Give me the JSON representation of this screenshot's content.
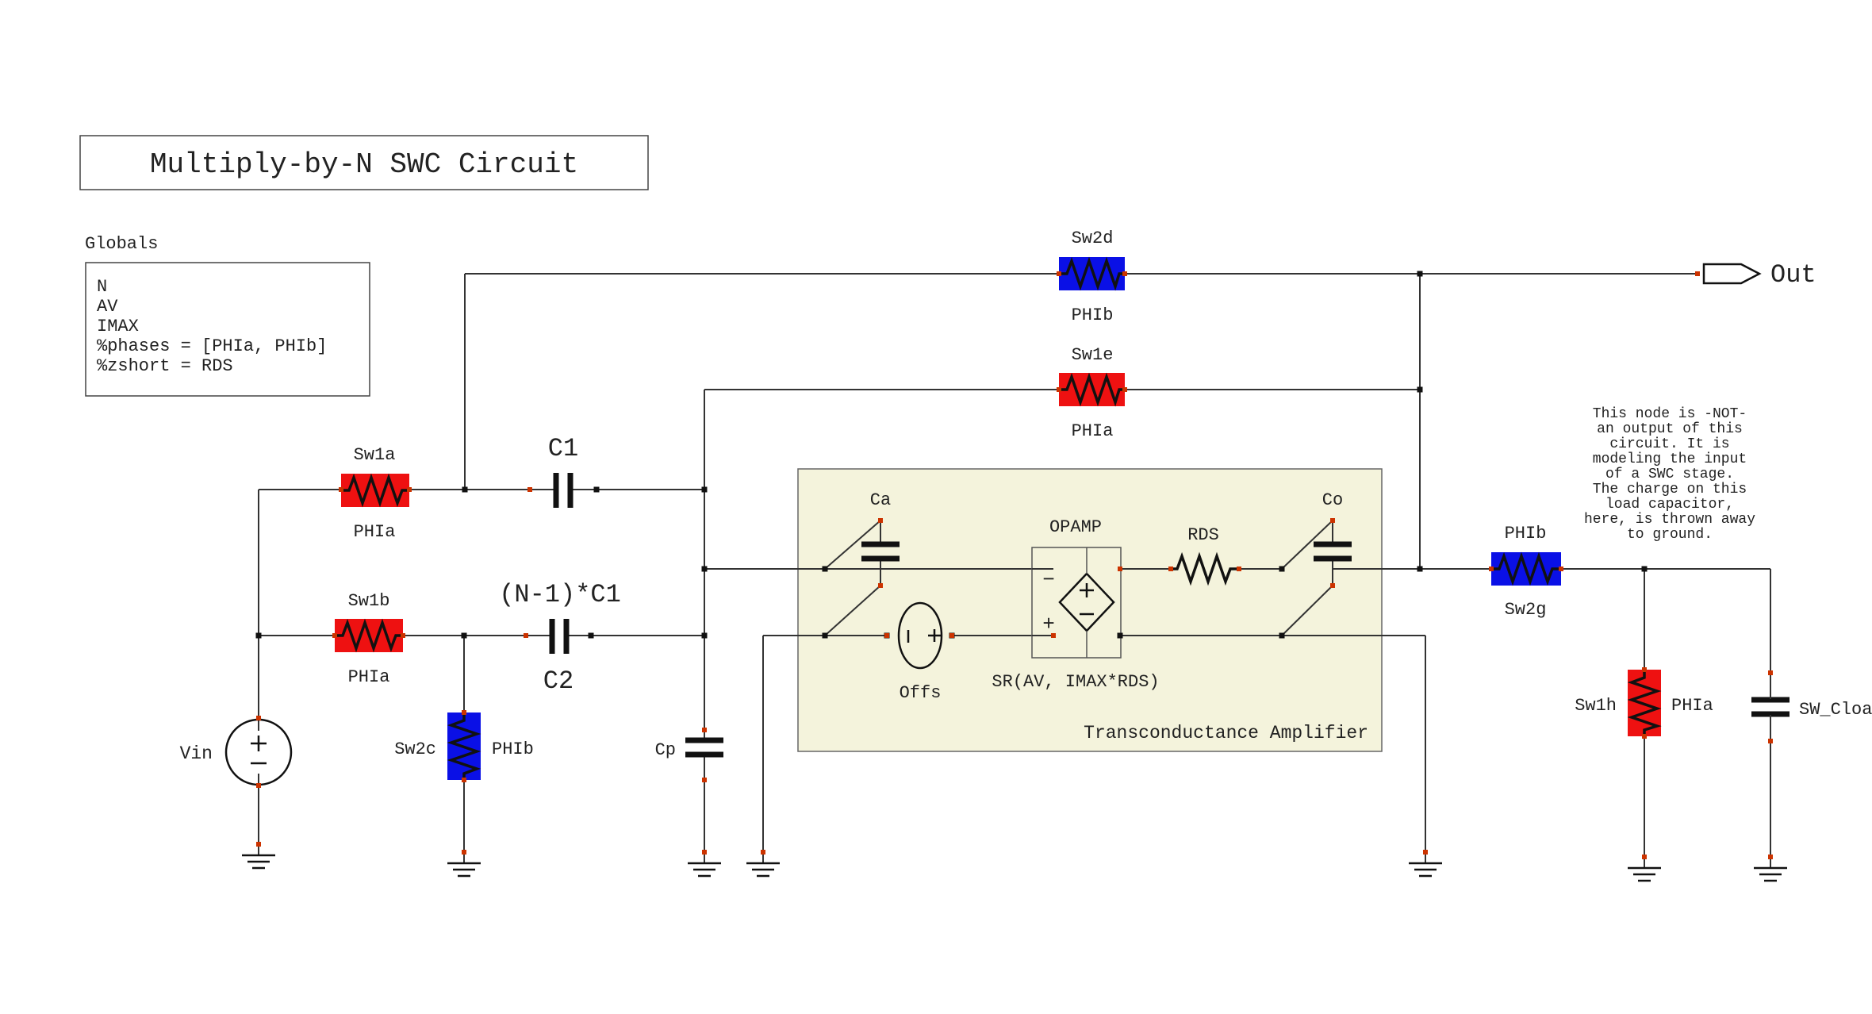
{
  "title": "Multiply-by-N SWC Circuit",
  "globals": {
    "heading": "Globals",
    "lines": [
      "N",
      "AV",
      "IMAX",
      "%phases = [PHIa, PHIb]",
      "%zshort = RDS"
    ]
  },
  "colors": {
    "phase_a": "#ee1111",
    "phase_b": "#0a10e6",
    "amp_box_fill": "#f4f3dc",
    "pin": "#cc3300",
    "wire": "#333333"
  },
  "switches": {
    "sw1a": {
      "name": "Sw1a",
      "phase": "PHIa"
    },
    "sw1b": {
      "name": "Sw1b",
      "phase": "PHIa"
    },
    "sw2c": {
      "name": "Sw2c",
      "phase": "PHIb"
    },
    "sw2d": {
      "name": "Sw2d",
      "phase": "PHIb"
    },
    "sw1e": {
      "name": "Sw1e",
      "phase": "PHIa"
    },
    "sw2g": {
      "name": "Sw2g",
      "phase": "PHIb"
    },
    "sw1h": {
      "name": "Sw1h",
      "phase": "PHIa"
    }
  },
  "capacitors": {
    "c1": {
      "name": "C1"
    },
    "c2": {
      "name": "C2",
      "value": "(N-1)*C1"
    },
    "cp": {
      "name": "Cp"
    },
    "ca": {
      "name": "Ca"
    },
    "co": {
      "name": "Co"
    },
    "cload": {
      "name": "SW_Cloa"
    }
  },
  "sources": {
    "vin": {
      "name": "Vin"
    },
    "offs": {
      "name": "Offs"
    }
  },
  "amplifier": {
    "box_label": "Transconductance Amplifier",
    "opamp_label": "OPAMP",
    "opamp_model": "SR(AV, IMAX*RDS)",
    "rds_label": "RDS"
  },
  "output": {
    "label": "Out"
  },
  "note": {
    "lines": [
      "This node is -NOT-",
      "an output of this",
      "circuit. It is",
      "modeling the input",
      "of a SWC stage.",
      "The charge on this",
      "load capacitor,",
      "here, is thrown away",
      "to ground."
    ]
  }
}
